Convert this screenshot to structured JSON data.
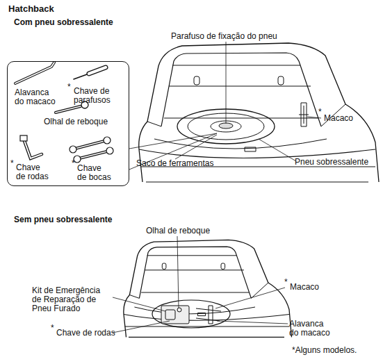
{
  "diagram": {
    "title": "Hatchback",
    "nodes": [
      {
        "text": [
          "Alavanca do macaco",
          "*",
          "Chave de parafusos",
          "Olhal de reboque",
          "*",
          "Chave de rodas",
          "*",
          "Chave de bocas"
        ]
      }
    ],
    "edges": [],
    "labels": [
      "Com pneu sobressalente",
      "Parafuso de fixação do pneu",
      "*",
      "Macaco",
      "Saco de ferramentas",
      "Pneu sobressalente",
      "Sem pneu sobressalente",
      "Olhal de reboque",
      "Kit de Emergência de Reparação de Pneu Furado",
      "*",
      "Macaco",
      "*",
      "Chave de rodas",
      "Alavanca do macaco",
      "*Alguns modelos."
    ]
  }
}
